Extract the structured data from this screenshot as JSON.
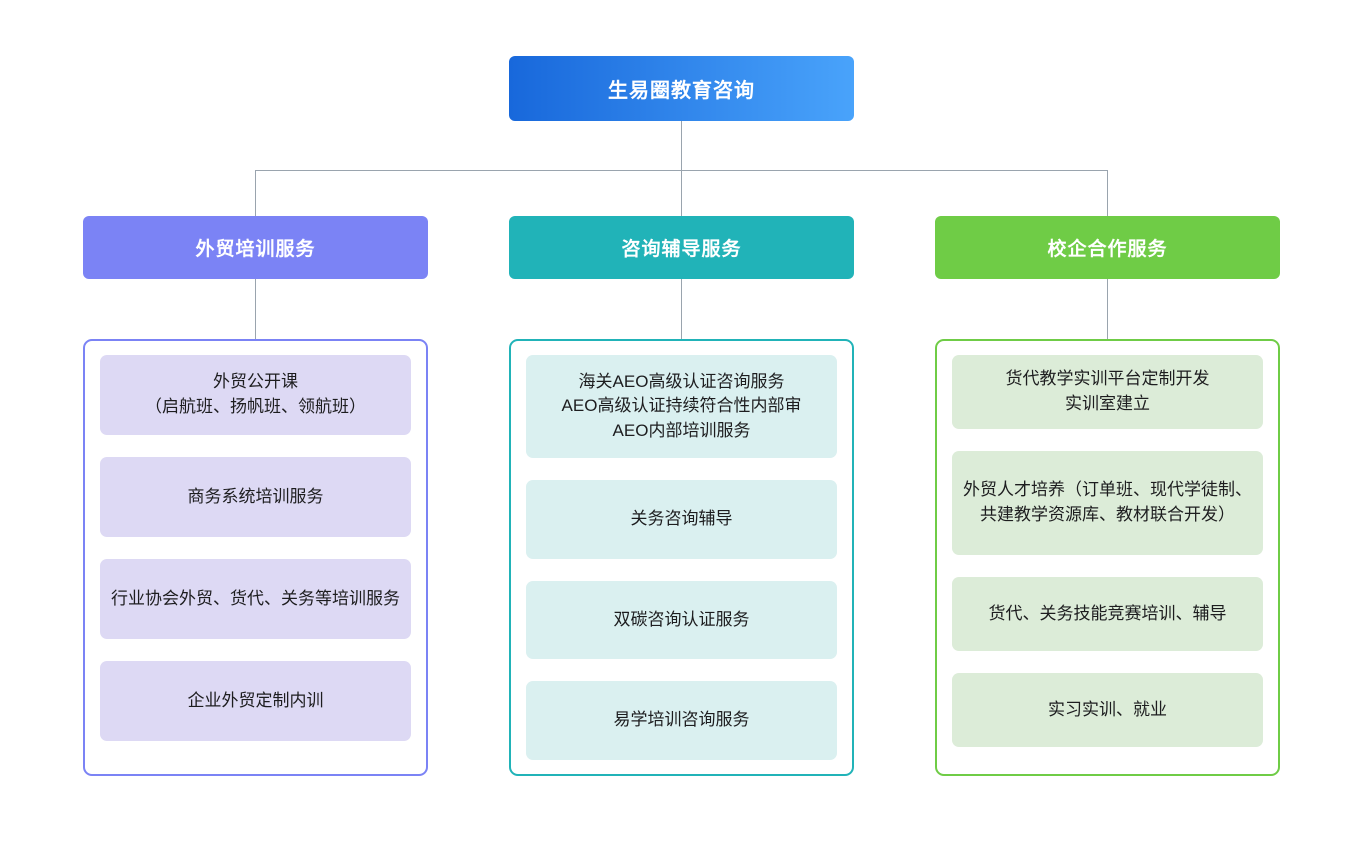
{
  "diagram": {
    "type": "organization-tree",
    "background_color": "#ffffff",
    "connector_color": "#9aa4ae",
    "root": {
      "label": "生易圈教育咨询",
      "gradient_from": "#1868db",
      "gradient_to": "#49a3fb",
      "text_color": "#ffffff"
    },
    "branches": [
      {
        "id": "training",
        "header_label": "外贸培训服务",
        "header_color": "#7b83f5",
        "border_color": "#7b83f5",
        "card_color": "#ddd9f4",
        "text_color": "#1d1d1f",
        "items": [
          "外贸公开课\n（启航班、扬帆班、领航班）",
          "商务系统培训服务",
          "行业协会外贸、货代、关务等培训服务",
          "企业外贸定制内训"
        ]
      },
      {
        "id": "consulting",
        "header_label": "咨询辅导服务",
        "header_color": "#21b3b8",
        "border_color": "#21b3b8",
        "card_color": "#daf0f0",
        "text_color": "#1d1d1f",
        "items": [
          "海关AEO高级认证咨询服务\nAEO高级认证持续符合性内部审\nAEO内部培训服务",
          "关务咨询辅导",
          "双碳咨询认证服务",
          "易学培训咨询服务"
        ]
      },
      {
        "id": "school-enterprise",
        "header_label": "校企合作服务",
        "header_color": "#6fcc46",
        "border_color": "#6fcc46",
        "card_color": "#dcecd8",
        "text_color": "#1d1d1f",
        "items": [
          "货代教学实训平台定制开发\n实训室建立",
          "外贸人才培养（订单班、现代学徒制、共建教学资源库、教材联合开发）",
          "货代、关务技能竞赛培训、辅导",
          "实习实训、就业"
        ]
      }
    ]
  }
}
